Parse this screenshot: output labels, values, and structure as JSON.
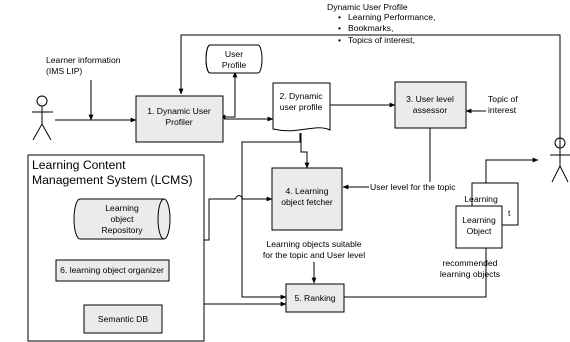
{
  "title": "Dynamic User Profile",
  "profile_items": [
    "Learning Performance,",
    "Bookmarks,",
    "Topics of interest,"
  ],
  "learner_info": [
    "Learner information",
    "(IMS LIP)"
  ],
  "boxes": {
    "profiler": [
      "1. Dynamic User",
      "Profiler"
    ],
    "user_profile_store": [
      "User",
      "Profile"
    ],
    "dynamic_user_profile": [
      "2. Dynamic",
      "user profile"
    ],
    "assessor": [
      "3. User level",
      "assessor"
    ],
    "topic_of_interest": [
      "Topic of",
      "interest"
    ],
    "fetcher": [
      "4. Learning",
      "object fetcher"
    ],
    "ranking": "5. Ranking",
    "organizer": "6. learning object organizer",
    "repository": [
      "Learning",
      "object",
      "Repository"
    ],
    "semantic_db": "Semantic DB",
    "lo_back": "Learning",
    "lo_back_partial": "t",
    "lo_front": [
      "Learning",
      "Object"
    ]
  },
  "lcms_title": [
    "Learning Content",
    "Management System (LCMS)"
  ],
  "labels": {
    "user_level": "User level for the topic",
    "suitable": [
      "Learning objects suitable",
      "for the topic and User level"
    ],
    "recommended": [
      "recommended",
      "learning objects"
    ]
  }
}
